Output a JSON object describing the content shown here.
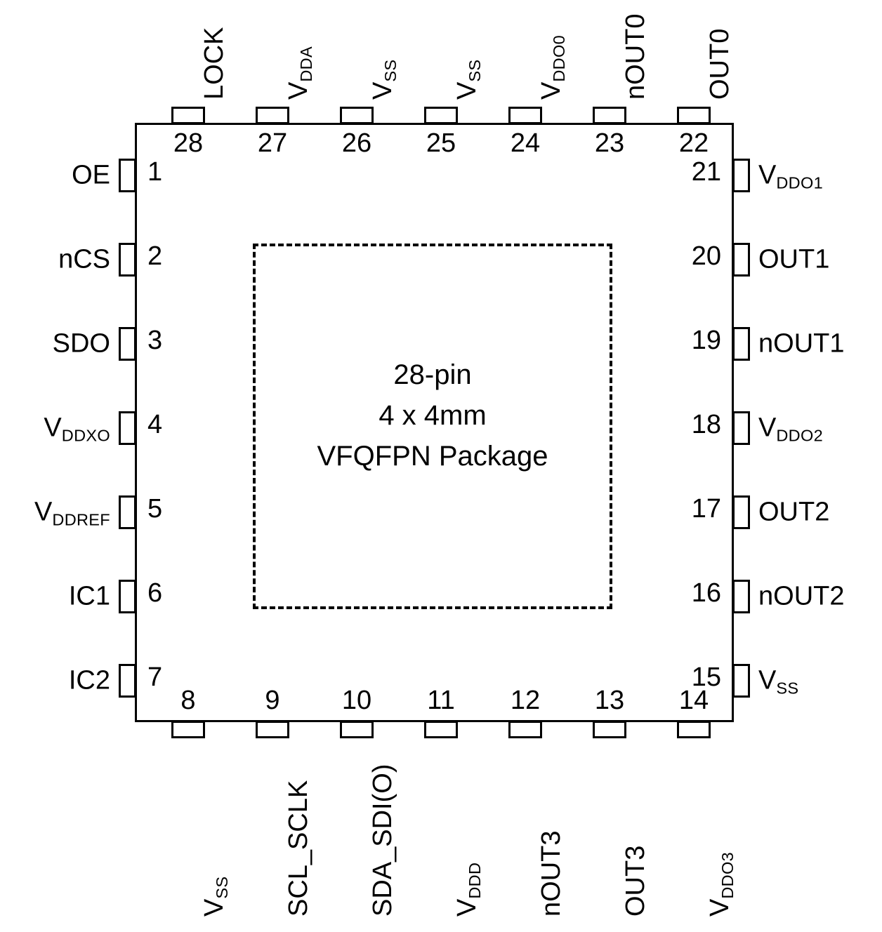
{
  "diagram": {
    "title_lines": [
      "28-pin",
      "4 x 4mm",
      "VFQFPN Package"
    ],
    "package_outline_color": "#000000",
    "thermal_pad_style": "dashed",
    "text_color": "#000000",
    "background_color": "#ffffff"
  },
  "pins": {
    "top": [
      {
        "number": "28",
        "label_main": "LOCK",
        "label_sub": ""
      },
      {
        "number": "27",
        "label_main": "V",
        "label_sub": "DDA"
      },
      {
        "number": "26",
        "label_main": "V",
        "label_sub": "SS"
      },
      {
        "number": "25",
        "label_main": "V",
        "label_sub": "SS"
      },
      {
        "number": "24",
        "label_main": "V",
        "label_sub": "DDO0"
      },
      {
        "number": "23",
        "label_main": "nOUT0",
        "label_sub": ""
      },
      {
        "number": "22",
        "label_main": "OUT0",
        "label_sub": ""
      }
    ],
    "left": [
      {
        "number": "1",
        "label_main": "OE",
        "label_sub": ""
      },
      {
        "number": "2",
        "label_main": "nCS",
        "label_sub": ""
      },
      {
        "number": "3",
        "label_main": "SDO",
        "label_sub": ""
      },
      {
        "number": "4",
        "label_main": "V",
        "label_sub": "DDXO"
      },
      {
        "number": "5",
        "label_main": "V",
        "label_sub": "DDREF"
      },
      {
        "number": "6",
        "label_main": "IC1",
        "label_sub": ""
      },
      {
        "number": "7",
        "label_main": "IC2",
        "label_sub": ""
      }
    ],
    "bottom": [
      {
        "number": "8",
        "label_main": "V",
        "label_sub": "SS"
      },
      {
        "number": "9",
        "label_main": "SCL_SCLK",
        "label_sub": ""
      },
      {
        "number": "10",
        "label_main": "SDA_SDI(O)",
        "label_sub": ""
      },
      {
        "number": "11",
        "label_main": "V",
        "label_sub": "DDD"
      },
      {
        "number": "12",
        "label_main": "nOUT3",
        "label_sub": ""
      },
      {
        "number": "13",
        "label_main": "OUT3",
        "label_sub": ""
      },
      {
        "number": "14",
        "label_main": "V",
        "label_sub": "DDO3"
      }
    ],
    "right": [
      {
        "number": "21",
        "label_main": "V",
        "label_sub": "DDO1"
      },
      {
        "number": "20",
        "label_main": "OUT1",
        "label_sub": ""
      },
      {
        "number": "19",
        "label_main": "nOUT1",
        "label_sub": ""
      },
      {
        "number": "18",
        "label_main": "V",
        "label_sub": "DDO2"
      },
      {
        "number": "17",
        "label_main": "OUT2",
        "label_sub": ""
      },
      {
        "number": "16",
        "label_main": "nOUT2",
        "label_sub": ""
      },
      {
        "number": "15",
        "label_main": "V",
        "label_sub": "SS"
      }
    ]
  }
}
